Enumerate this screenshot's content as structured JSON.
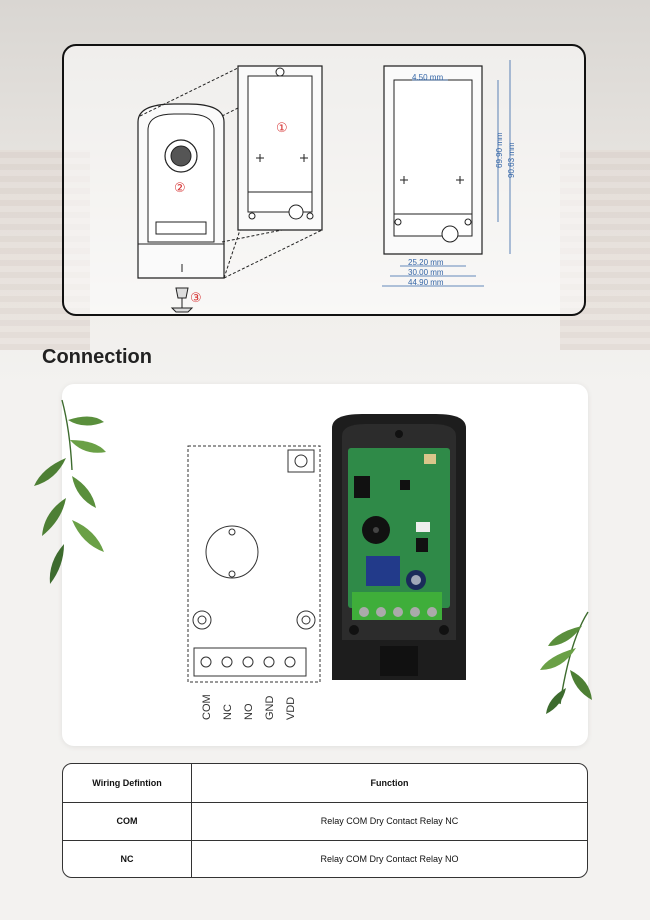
{
  "diagram": {
    "markers": [
      "①",
      "②",
      "③"
    ],
    "dimensions": {
      "top_gap": "4.50 mm",
      "inner_height": "69.90 mm",
      "outer_height": "90.63 mm",
      "inner_width": "25.20 mm",
      "mid_width": "30.00 mm",
      "outer_width": "44.90 mm"
    }
  },
  "connection": {
    "title": "Connection",
    "terminals": [
      "COM",
      "NC",
      "NO",
      "GND",
      "VDD"
    ]
  },
  "table": {
    "headers": [
      "Wiring Defintion",
      "Function"
    ],
    "rows": [
      {
        "definition": "COM",
        "function": "Relay COM Dry Contact Relay NC"
      },
      {
        "definition": "NC",
        "function": "Relay COM Dry Contact Relay NO"
      }
    ]
  }
}
